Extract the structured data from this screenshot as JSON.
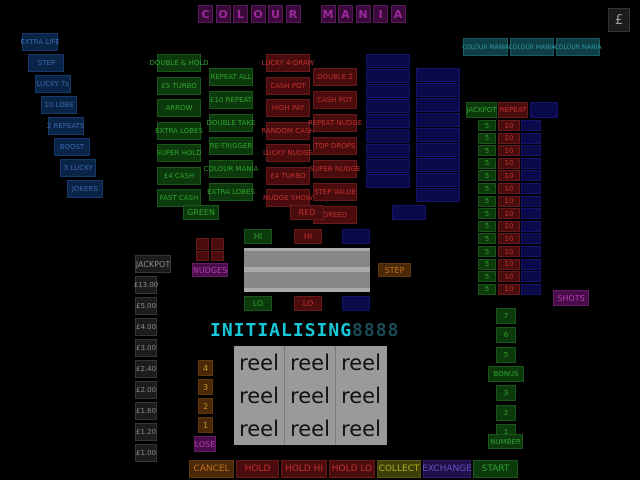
{
  "title": {
    "letters": [
      "C",
      "O",
      "L",
      "O",
      "U",
      "R",
      " ",
      "M",
      "A",
      "N",
      "I",
      "A"
    ]
  },
  "currency_button": "£",
  "top_tabs": [
    "COLOUR MANIA",
    "COLOUR MANIA",
    "COLOUR MANIA"
  ],
  "ladder_left": [
    "EXTRA LIFE",
    "STEP",
    "LUCKY 7s",
    "10 LOBE",
    "2 REPEATS",
    "BOOST",
    "5 LUCKY",
    "JOKERS"
  ],
  "green_features": [
    "DOUBLE & HOLD",
    "£5 TURBO",
    "ARROW",
    "EXTRA LOBES",
    "SUPER HOLD",
    "£4 CASH",
    "FAST CASH"
  ],
  "green_features2": [
    "REPEAT ALL",
    "£10 REPEAT",
    "DOUBLE TAKE",
    "RE-TRIGGER",
    "COLOUR MANIA",
    "EXTRA LOBES"
  ],
  "red_features": [
    "LUCKY 4-DRAW",
    "CASH POT",
    "HIGH PAY",
    "RANDOM CASH",
    "LUCKY NUDGE",
    "£4 TURBO",
    "NUDGE SHOW"
  ],
  "red_features2": [
    "DOUBLE 2",
    "CASH POT",
    "REPEAT NUDGE",
    "TOP DROPS",
    "SUPER NUDGE",
    "STEP VALUE",
    "GREED"
  ],
  "colour_labels": {
    "green": "GREEN",
    "red": "RED"
  },
  "hilo": {
    "hi_green": "HI",
    "hi_red": "HI",
    "lo_green": "LO",
    "lo_red": "LO"
  },
  "nudges_label": "NUDGES",
  "step_label": "STEP",
  "jackpot_label": "JACKPOT",
  "payouts": [
    "£13.00",
    "£5.00",
    "£4.00",
    "£3.00",
    "£2.40",
    "£2.00",
    "£1.60",
    "£1.20",
    "£1.00"
  ],
  "status_text": "INITIALISING",
  "status_dim": "8888",
  "holds": [
    "4",
    "3",
    "2",
    "1"
  ],
  "lose_label": "LOSE",
  "reels": [
    [
      "reel",
      "reel",
      "reel"
    ],
    [
      "reel",
      "reel",
      "reel"
    ],
    [
      "reel",
      "reel",
      "reel"
    ]
  ],
  "right_header": {
    "jackpot": "JACKPOT",
    "repeat": "REPEAT"
  },
  "right_rows_left": [
    "5",
    "5",
    "5",
    "5",
    "5",
    "5",
    "5",
    "5",
    "5",
    "5",
    "5",
    "5",
    "5",
    "5"
  ],
  "right_rows_red": [
    "10",
    "10",
    "10",
    "10",
    "10",
    "10",
    "10",
    "10",
    "10",
    "10",
    "10",
    "10",
    "10",
    "10"
  ],
  "shots_label": "SHOTS",
  "green_column": [
    "7",
    "6",
    "5",
    "BONUS",
    "3",
    "2",
    "1"
  ],
  "number_label": "NUMBER",
  "bottom_buttons": {
    "cancel": "CANCEL",
    "hold": "HOLD",
    "hold_hi": "HOLD HI",
    "hold_lo": "HOLD LO",
    "collect": "COLLECT",
    "exchange": "EXCHANGE",
    "start": "START"
  }
}
